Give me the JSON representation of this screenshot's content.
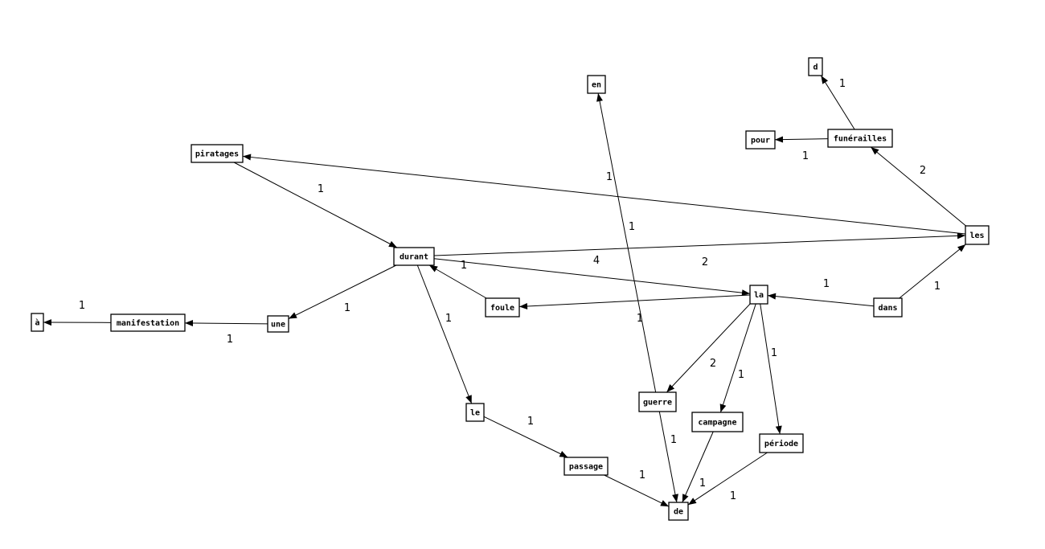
{
  "graph": {
    "nodes": [
      {
        "id": "piratages",
        "label": "piratages"
      },
      {
        "id": "durant",
        "label": "durant"
      },
      {
        "id": "une",
        "label": "une"
      },
      {
        "id": "manifestation",
        "label": "manifestation"
      },
      {
        "id": "a",
        "label": "à"
      },
      {
        "id": "foule",
        "label": "foule"
      },
      {
        "id": "le",
        "label": "le"
      },
      {
        "id": "passage",
        "label": "passage"
      },
      {
        "id": "de",
        "label": "de"
      },
      {
        "id": "en",
        "label": "en"
      },
      {
        "id": "guerre",
        "label": "guerre"
      },
      {
        "id": "campagne",
        "label": "campagne"
      },
      {
        "id": "periode",
        "label": "période"
      },
      {
        "id": "la",
        "label": "la"
      },
      {
        "id": "dans",
        "label": "dans"
      },
      {
        "id": "les",
        "label": "les"
      },
      {
        "id": "funerailles",
        "label": "funérailles"
      },
      {
        "id": "pour",
        "label": "pour"
      },
      {
        "id": "d",
        "label": "d"
      }
    ],
    "edges": [
      {
        "from": "piratages",
        "to": "durant",
        "weight": "1"
      },
      {
        "from": "durant",
        "to": "une",
        "weight": "1"
      },
      {
        "from": "une",
        "to": "manifestation",
        "weight": "1"
      },
      {
        "from": "manifestation",
        "to": "a",
        "weight": "1"
      },
      {
        "from": "durant",
        "to": "le",
        "weight": "1"
      },
      {
        "from": "le",
        "to": "passage",
        "weight": "1"
      },
      {
        "from": "passage",
        "to": "de",
        "weight": "1"
      },
      {
        "from": "foule",
        "to": "durant",
        "weight": "1"
      },
      {
        "from": "durant",
        "to": "la",
        "weight": "4"
      },
      {
        "from": "durant",
        "to": "les",
        "weight": "2"
      },
      {
        "from": "les",
        "to": "piratages",
        "weight": "1"
      },
      {
        "from": "la",
        "to": "foule",
        "weight": "1"
      },
      {
        "from": "la",
        "to": "guerre",
        "weight": "2"
      },
      {
        "from": "la",
        "to": "campagne",
        "weight": "1"
      },
      {
        "from": "la",
        "to": "periode",
        "weight": "1"
      },
      {
        "from": "guerre",
        "to": "en",
        "weight": "1"
      },
      {
        "from": "guerre",
        "to": "de",
        "weight": "1"
      },
      {
        "from": "campagne",
        "to": "de",
        "weight": "1"
      },
      {
        "from": "periode",
        "to": "de",
        "weight": "1"
      },
      {
        "from": "dans",
        "to": "la",
        "weight": "1"
      },
      {
        "from": "dans",
        "to": "les",
        "weight": "1"
      },
      {
        "from": "les",
        "to": "funerailles",
        "weight": "2"
      },
      {
        "from": "funerailles",
        "to": "pour",
        "weight": "1"
      },
      {
        "from": "funerailles",
        "to": "d",
        "weight": "1"
      }
    ]
  }
}
